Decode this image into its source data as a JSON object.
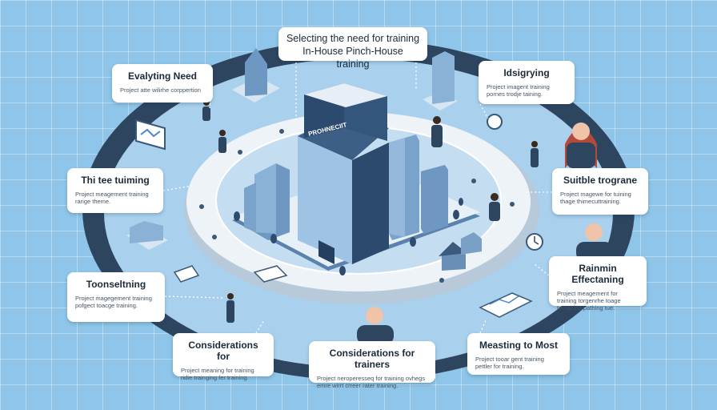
{
  "top_card": {
    "title": "Selecting the need for training",
    "subtitle": "In-House Pinch-House training"
  },
  "cards": [
    {
      "id": "evaluating",
      "title": "Evalyting Need",
      "subtitle": "Project atte wilirhe corppertion"
    },
    {
      "id": "identifying",
      "title": "Idsigrying",
      "subtitle": "Project imagent training pornes trodje taining."
    },
    {
      "id": "the-training",
      "title": "Thi tee tuiming",
      "subtitle": "Project meagement training rarige theme."
    },
    {
      "id": "suitable",
      "title": "Suitble trograne",
      "subtitle": "Project magewe for tuining thage thimecuttraining."
    },
    {
      "id": "toonsetting",
      "title": "Toonseltning",
      "subtitle": "Project magegement training pofgect toacge training."
    },
    {
      "id": "raining-effectiveness",
      "title": "Rainmin Effectaning",
      "subtitle": "Project meagement for training torgenrhe toage ternacing pathing tue."
    },
    {
      "id": "considerations-for",
      "title": "Considerations for",
      "subtitle": "Project meaning for training ridie trainging fer training."
    },
    {
      "id": "considerations-trainers",
      "title": "Considerations for trainers",
      "subtitle": "Project neroperesseq for training ovhegs emre wirrt crreer rater training."
    },
    {
      "id": "meeting",
      "title": "Measting to Most",
      "subtitle": "Project tooar gent training pettler for training."
    }
  ],
  "building_sign": "PROHNECIIT",
  "colors": {
    "background": "#8fc5e8",
    "ring_dark": "#2e4560",
    "platform": "#eef3f8",
    "inner_floor": "#c5ddf0",
    "building": "#4d78a6",
    "building_dark": "#2b4a6e"
  },
  "icons": [
    "office-tower-icon",
    "monitor-icon",
    "clock-icon",
    "person-icon",
    "document-icon",
    "house-icon",
    "tree-icon",
    "chart-icon"
  ]
}
